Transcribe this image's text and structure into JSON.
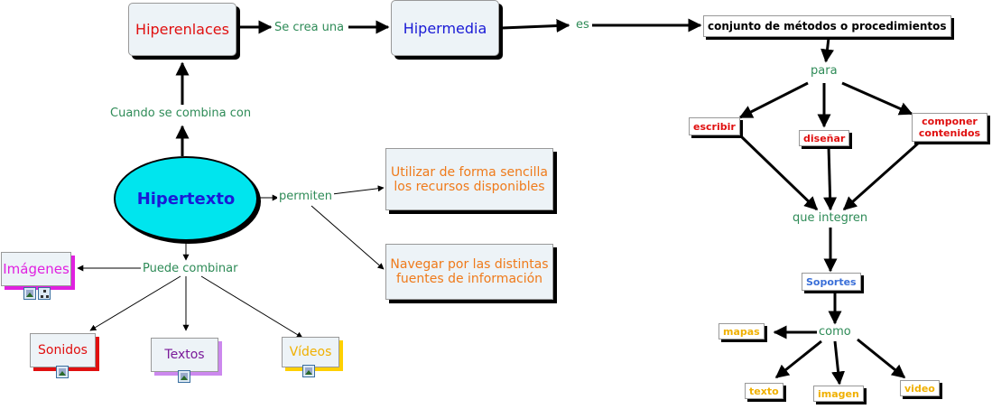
{
  "nodes": {
    "hipertexto": "Hipertexto",
    "hiperenlaces": "Hiperenlaces",
    "hipermedia": "Hipermedia",
    "conjunto": "conjunto de métodos o procedimientos",
    "escribir": "escribir",
    "disenar": "diseñar",
    "componer": "componer contenidos",
    "soportes": "Soportes",
    "mapas": "mapas",
    "texto": "texto",
    "imagen": "imagen",
    "video": "video",
    "utilizar": "Utilizar de forma sencilla los recursos disponibles",
    "navegar": "Navegar por las distintas fuentes de información",
    "imagenes": "Imágenes",
    "sonidos": "Sonidos",
    "textos": "Textos",
    "videos": "Vídeos"
  },
  "links": {
    "cuando": "Cuando se combina con",
    "se_crea": "Se crea una",
    "es": "es",
    "para": "para",
    "que_integren": "que integren",
    "como": "como",
    "permiten": "permiten",
    "puede_combinar": "Puede combinar"
  },
  "colors": {
    "link_text": "#2e8b57",
    "hipertexto_fill": "#00e5ee",
    "hipertexto_text": "#1a1ad6",
    "red_text": "#e01010",
    "blue_text": "#1a1ad6",
    "orange_text": "#ef7a1a",
    "yellow_text": "#f0b000",
    "magenta_text": "#e020e0",
    "purple_text": "#7a1a9a"
  },
  "icons": [
    "image-icon",
    "network-icon"
  ]
}
